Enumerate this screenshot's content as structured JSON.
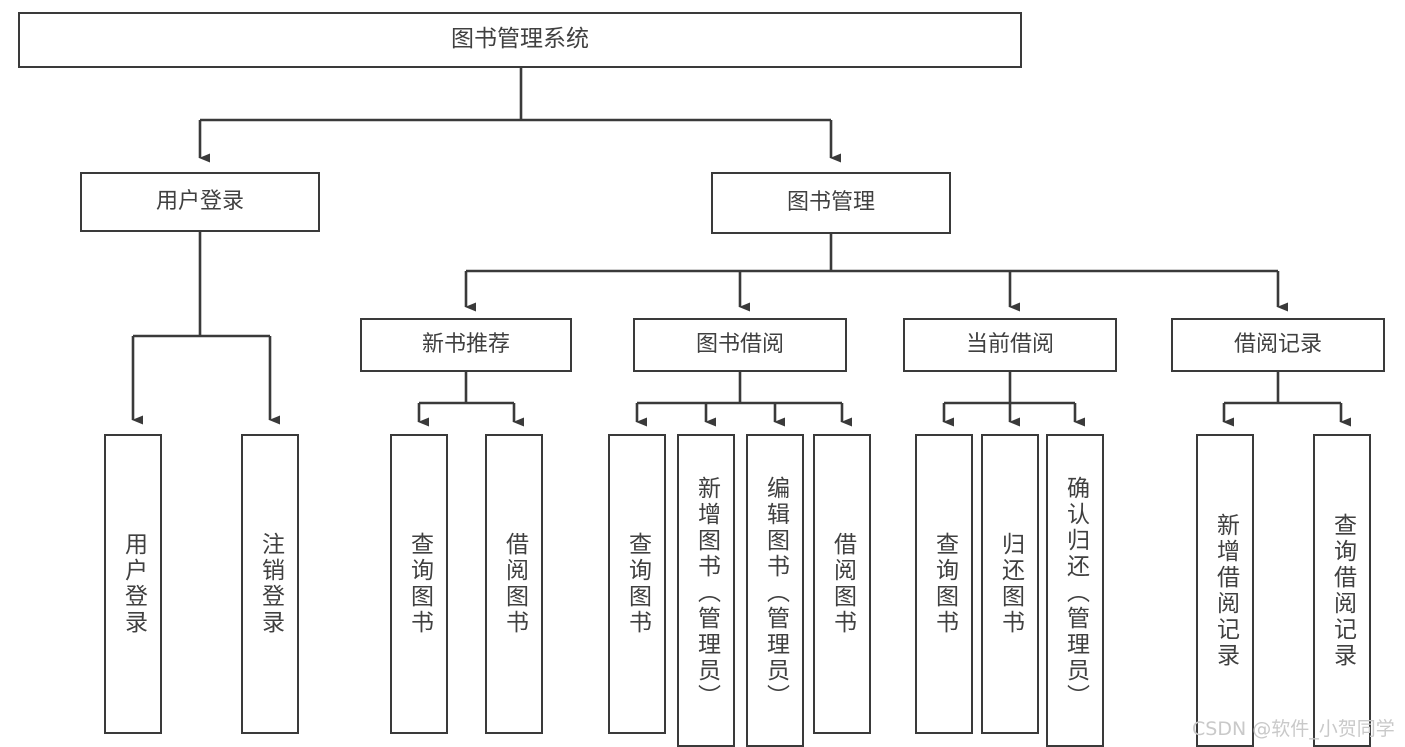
{
  "diagram": {
    "type": "tree-hierarchy",
    "title": "图书管理系统",
    "root": {
      "label": "图书管理系统",
      "orientation": "horizontal"
    },
    "level1": [
      {
        "label": "用户登录",
        "orientation": "horizontal"
      },
      {
        "label": "图书管理",
        "orientation": "horizontal"
      }
    ],
    "level2": [
      {
        "label": "新书推荐",
        "orientation": "horizontal"
      },
      {
        "label": "图书借阅",
        "orientation": "horizontal"
      },
      {
        "label": "当前借阅",
        "orientation": "horizontal"
      },
      {
        "label": "借阅记录",
        "orientation": "horizontal"
      }
    ],
    "leaves": {
      "user_login": [
        {
          "label": "用户登录",
          "orientation": "vertical"
        },
        {
          "label": "注销登录",
          "orientation": "vertical"
        }
      ],
      "new_book_recommend": [
        {
          "label": "查询图书",
          "orientation": "vertical"
        },
        {
          "label": "借阅图书",
          "orientation": "vertical"
        }
      ],
      "book_borrow": [
        {
          "label": "查询图书",
          "orientation": "vertical"
        },
        {
          "label": "新增图书（管理员）",
          "orientation": "vertical"
        },
        {
          "label": "编辑图书（管理员）",
          "orientation": "vertical"
        },
        {
          "label": "借阅图书",
          "orientation": "vertical"
        }
      ],
      "current_borrow": [
        {
          "label": "查询图书",
          "orientation": "vertical"
        },
        {
          "label": "归还图书",
          "orientation": "vertical"
        },
        {
          "label": "确认归还（管理员）",
          "orientation": "vertical"
        }
      ],
      "borrow_record": [
        {
          "label": "新增借阅记录",
          "orientation": "vertical"
        },
        {
          "label": "查询借阅记录",
          "orientation": "vertical"
        }
      ]
    }
  },
  "watermark": {
    "text": "CSDN @软件_小贺同学"
  },
  "colors": {
    "stroke": "#3a3a3a",
    "text": "#404040",
    "background": "#ffffff",
    "watermark": "#c9c9c9"
  }
}
